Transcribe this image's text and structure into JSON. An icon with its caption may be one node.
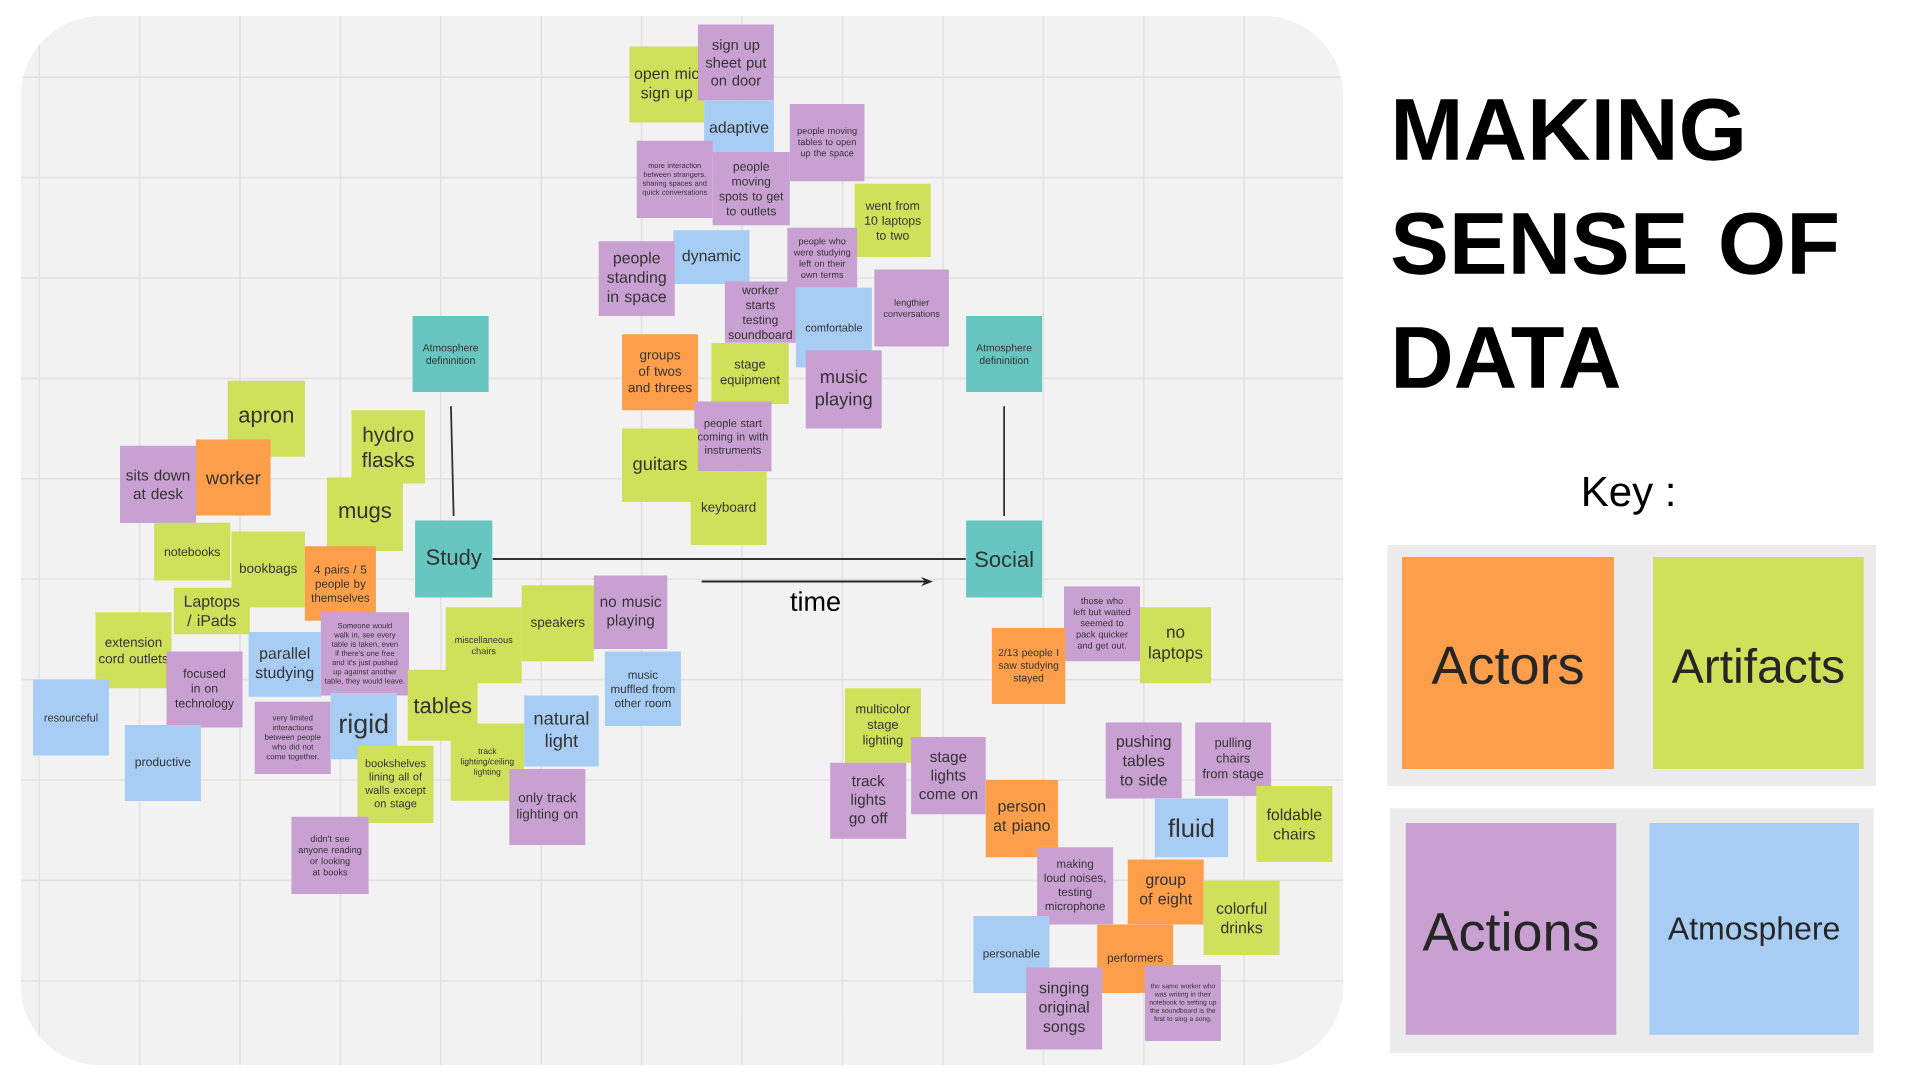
{
  "diagram": {
    "title": "MAKING SENSE OF DATA",
    "nodes": [
      {
        "text": [
          "open mic sign up"
        ]
      },
      {
        "text": [
          "sign up sheet put on door"
        ]
      },
      {
        "text": [
          "adaptive"
        ]
      },
      {
        "text": [
          "people moving tables to open up the space"
        ]
      },
      {
        "text": [
          "more interaction between strangers, sharing spaces and quick conversations"
        ]
      },
      {
        "text": [
          "people moving spots to get to outlets"
        ]
      },
      {
        "text": [
          "went from 10 laptops to two"
        ]
      },
      {
        "text": [
          "dynamic"
        ]
      },
      {
        "text": [
          "people standing in space"
        ]
      },
      {
        "text": [
          "people who were studying left on their own terms"
        ]
      },
      {
        "text": [
          "worker starts testing soundboard"
        ]
      },
      {
        "text": [
          "comfortable"
        ]
      },
      {
        "text": [
          "lengthier conversations"
        ]
      },
      {
        "text": [
          "groups of twos and threes"
        ]
      },
      {
        "text": [
          "stage equipment"
        ]
      },
      {
        "text": [
          "music playing"
        ]
      },
      {
        "text": [
          "people start coming in with instruments"
        ]
      },
      {
        "text": [
          "guitars"
        ]
      },
      {
        "text": [
          "keyboard"
        ]
      },
      {
        "text": [
          "Atmosphere defininition"
        ]
      },
      {
        "text": [
          "Study"
        ]
      },
      {
        "text": [
          "Atmosphere defininition"
        ]
      },
      {
        "text": [
          "Social"
        ]
      },
      {
        "text": [
          "apron"
        ]
      },
      {
        "text": [
          "sits down at desk"
        ]
      },
      {
        "text": [
          "worker"
        ]
      },
      {
        "text": [
          "hydro flasks"
        ]
      },
      {
        "text": [
          "mugs"
        ]
      },
      {
        "text": [
          "notebooks"
        ]
      },
      {
        "text": [
          "bookbags"
        ]
      },
      {
        "text": [
          "4 pairs / 5 people by themselves"
        ]
      },
      {
        "text": [
          "Laptops / iPads"
        ]
      },
      {
        "text": [
          "extension cord outlets"
        ]
      },
      {
        "text": [
          "parallel studying"
        ]
      },
      {
        "text": [
          "Someone would walk in, see every table is taken, even if there's one free and it's just pushed up against another table, they would leave."
        ]
      },
      {
        "text": [
          "focused in on technology"
        ]
      },
      {
        "text": [
          "resourceful"
        ]
      },
      {
        "text": [
          "tables"
        ]
      },
      {
        "text": [
          "very limited interactions between people who did not come together."
        ]
      },
      {
        "text": [
          "rigid"
        ]
      },
      {
        "text": [
          "productive"
        ]
      },
      {
        "text": [
          "bookshelves lining all of walls except on stage"
        ]
      },
      {
        "text": [
          "didn't see anyone reading or looking at books"
        ]
      },
      {
        "text": [
          "miscellaneous chairs"
        ]
      },
      {
        "text": [
          "speakers"
        ]
      },
      {
        "text": [
          "no music playing"
        ]
      },
      {
        "text": [
          "music muffled from other room"
        ]
      },
      {
        "text": [
          "natural light"
        ]
      },
      {
        "text": [
          "track lighting/ceiling lighting"
        ]
      },
      {
        "text": [
          "only track lighting on"
        ]
      },
      {
        "text": [
          "those who left but waited seemed to pack quicker and get out."
        ]
      },
      {
        "text": [
          "2/13 people I saw studying stayed"
        ]
      },
      {
        "text": [
          "no laptops"
        ]
      },
      {
        "text": [
          "multicolor stage lighting"
        ]
      },
      {
        "text": [
          "track lights go off"
        ]
      },
      {
        "text": [
          "stage lights come on"
        ]
      },
      {
        "text": [
          "person at piano"
        ]
      },
      {
        "text": [
          "pushing tables to side"
        ]
      },
      {
        "text": [
          "pulling chairs from stage"
        ]
      },
      {
        "text": [
          "fluid"
        ]
      },
      {
        "text": [
          "foldable chairs"
        ]
      },
      {
        "text": [
          "making loud noises, testing microphone"
        ]
      },
      {
        "text": [
          "group of eight"
        ]
      },
      {
        "text": [
          "colorful drinks"
        ]
      },
      {
        "text": [
          "personable"
        ]
      },
      {
        "text": [
          "performers"
        ]
      },
      {
        "text": [
          "singing original songs"
        ]
      },
      {
        "text": [
          "the same worker who was writing in their notebook to setting up the soundboard is the first to sing a song."
        ]
      }
    ],
    "edges": [
      {
        "from": 19,
        "to": 20,
        "arrow": "none"
      },
      {
        "from": 20,
        "to": 22,
        "arrow": "none"
      },
      {
        "from": 21,
        "to": 22,
        "arrow": "none"
      }
    ],
    "labels": [
      "time",
      "Key :"
    ],
    "legend": [
      {
        "text": "Actors",
        "color": "#fd9e4b"
      },
      {
        "text": "Artifacts",
        "color": "#cfe05a"
      },
      {
        "text": "Actions",
        "color": "#c9a0d2"
      },
      {
        "text": "Atmosphere",
        "color": "#a8cdf5"
      }
    ]
  }
}
